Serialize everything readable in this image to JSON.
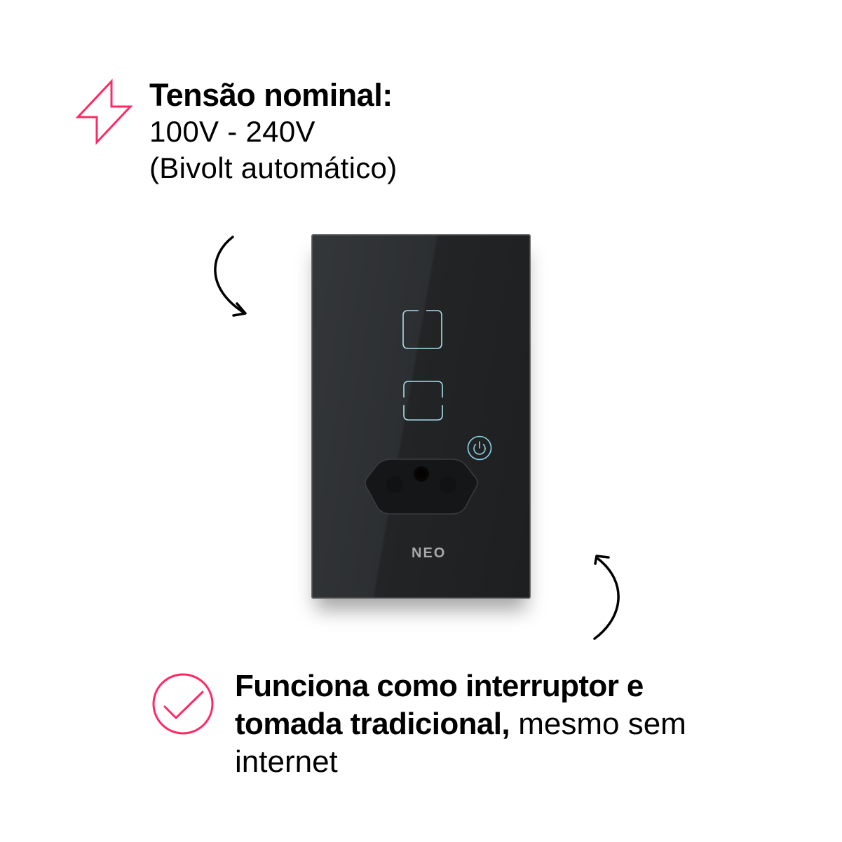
{
  "feature_top": {
    "icon": "lightning-bolt-icon",
    "title": "Tensão nominal:",
    "line1": "100V - 240V",
    "line2": "(Bivolt automático)"
  },
  "device": {
    "brand_logo": "NEO",
    "buttons": [
      "touch-button-1",
      "touch-button-2",
      "power-button"
    ],
    "outlet": "brazilian-3-pin-outlet"
  },
  "feature_bottom": {
    "icon": "check-circle-icon",
    "bold_text": "Funciona como interruptor e tomada tradicional,",
    "regular_text": " mesmo sem internet"
  },
  "colors": {
    "accent": "#ff2a64",
    "device_body": "#1f2122",
    "touch_glow": "#a8dcea"
  }
}
